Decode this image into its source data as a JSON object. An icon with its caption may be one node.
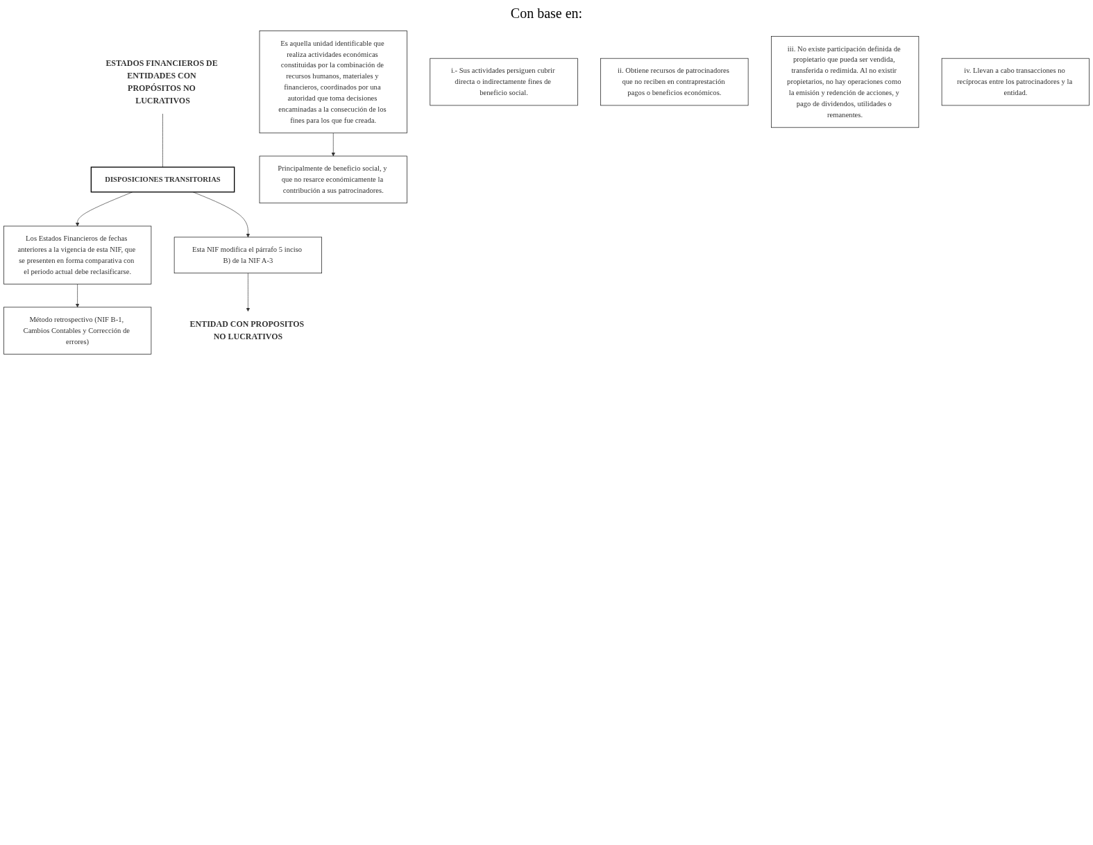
{
  "diagram": {
    "nodes": [
      {
        "text": [
          "ESTADOS FINANCIEROS DE ENTIDADES CON PROPÓSITOS NO LUCRATIVOS"
        ]
      },
      {
        "text": [
          "DISPOSICIONES TRANSITORIAS"
        ]
      },
      {
        "text": [
          "Los Estados Financieros de fechas anteriores a la vigencia de esta NIF, que se presenten en forma comparativa con el periodo actual debe reclasificarse."
        ]
      },
      {
        "text": [
          "Método retrospectivo (NIF B-1, Cambios Contables y Corrección de errores)"
        ]
      },
      {
        "text": [
          "Esta NIF modifica el párrafo 5 inciso B) de la NIF A-3"
        ]
      },
      {
        "text": [
          "ENTIDAD CON PROPOSITOS NO LUCRATIVOS"
        ]
      },
      {
        "text": [
          "Es aquella unidad identificable que realiza actividades económicas constituidas por la combinación de recursos humanos, materiales y financieros, coordinados por una autoridad que toma decisiones encaminadas a la consecución de los fines para los que fue creada."
        ]
      },
      {
        "text": [
          "Principalmente de beneficio social, y que no resarce económicamente la contribución a sus patrocinadores."
        ]
      },
      {
        "text": [
          "i.- Sus actividades persiguen cubrir directa o indirectamente fines de beneficio social."
        ]
      },
      {
        "text": [
          "ii. Obtiene recursos de patrocinadores que no reciben en contraprestación pagos o beneficios económicos."
        ]
      },
      {
        "text": [
          "iii. No existe participación definida de propietario que pueda ser vendida, transferida o redimida. Al no existir propietarios, no hay operaciones como la emisión y redención de acciones, y pago de dividendos, utilidades o remanentes."
        ]
      },
      {
        "text": [
          "iv. Llevan a cabo transacciones no recíprocas entre los patrocinadores y la entidad."
        ]
      }
    ],
    "edges": [
      {
        "from": 0,
        "to": 1,
        "arrow": "none"
      },
      {
        "from": 1,
        "to": 2,
        "arrow": "to"
      },
      {
        "from": 2,
        "to": 3,
        "arrow": "to"
      },
      {
        "from": 1,
        "to": 4,
        "arrow": "to"
      },
      {
        "from": 4,
        "to": 5,
        "arrow": "to"
      },
      {
        "from": 6,
        "to": 7,
        "arrow": "to"
      }
    ],
    "labels": [
      "Con base en:"
    ]
  }
}
